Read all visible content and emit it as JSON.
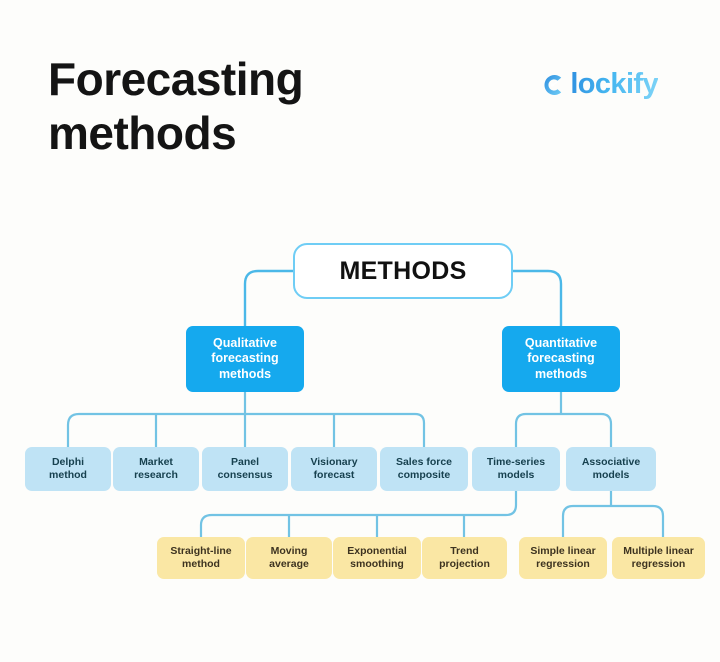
{
  "page": {
    "background": "#fdfdfb",
    "title": "Forecasting\nmethods"
  },
  "brand": {
    "name": "lockify",
    "full_name": "Clockify",
    "icon": "clockify-c-icon",
    "gradient_start": "#2e8fe0",
    "gradient_end": "#7fd4f7"
  },
  "colors": {
    "root_border": "#6fcdf5",
    "primary": "#15a9ee",
    "secondary": "#bfe3f5",
    "tertiary": "#fae7a4",
    "connector": "#4bb8e8",
    "connector_light": "#8ccbe6"
  },
  "chart_data": {
    "type": "diagram",
    "diagram_type": "tree",
    "title": "Forecasting methods",
    "root": {
      "id": "methods",
      "label": "METHODS",
      "level": 0,
      "style": "root"
    },
    "nodes": [
      {
        "id": "qualitative",
        "label": "Qualitative\nforecasting\nmethods",
        "level": 1,
        "style": "primary",
        "parent": "methods"
      },
      {
        "id": "quantitative",
        "label": "Quantitative\nforecasting\nmethods",
        "level": 1,
        "style": "primary",
        "parent": "methods"
      },
      {
        "id": "delphi",
        "label": "Delphi\nmethod",
        "level": 2,
        "style": "secondary",
        "parent": "qualitative"
      },
      {
        "id": "market-research",
        "label": "Market\nresearch",
        "level": 2,
        "style": "secondary",
        "parent": "qualitative"
      },
      {
        "id": "panel-consensus",
        "label": "Panel\nconsensus",
        "level": 2,
        "style": "secondary",
        "parent": "qualitative"
      },
      {
        "id": "visionary-forecast",
        "label": "Visionary\nforecast",
        "level": 2,
        "style": "secondary",
        "parent": "qualitative"
      },
      {
        "id": "sales-force-composite",
        "label": "Sales force\ncomposite",
        "level": 2,
        "style": "secondary",
        "parent": "qualitative"
      },
      {
        "id": "time-series-models",
        "label": "Time-series\nmodels",
        "level": 2,
        "style": "secondary",
        "parent": "quantitative"
      },
      {
        "id": "associative-models",
        "label": "Associative\nmodels",
        "level": 2,
        "style": "secondary",
        "parent": "quantitative"
      },
      {
        "id": "straight-line-method",
        "label": "Straight-line\nmethod",
        "level": 3,
        "style": "tertiary",
        "parent": "time-series-models"
      },
      {
        "id": "moving-average",
        "label": "Moving\naverage",
        "level": 3,
        "style": "tertiary",
        "parent": "time-series-models"
      },
      {
        "id": "exponential-smoothing",
        "label": "Exponential\nsmoothing",
        "level": 3,
        "style": "tertiary",
        "parent": "time-series-models"
      },
      {
        "id": "trend-projection",
        "label": "Trend\nprojection",
        "level": 3,
        "style": "tertiary",
        "parent": "time-series-models"
      },
      {
        "id": "simple-linear-regression",
        "label": "Simple linear\nregression",
        "level": 3,
        "style": "tertiary",
        "parent": "associative-models"
      },
      {
        "id": "multiple-linear-regression",
        "label": "Multiple linear\nregression",
        "level": 3,
        "style": "tertiary",
        "parent": "associative-models"
      }
    ]
  }
}
